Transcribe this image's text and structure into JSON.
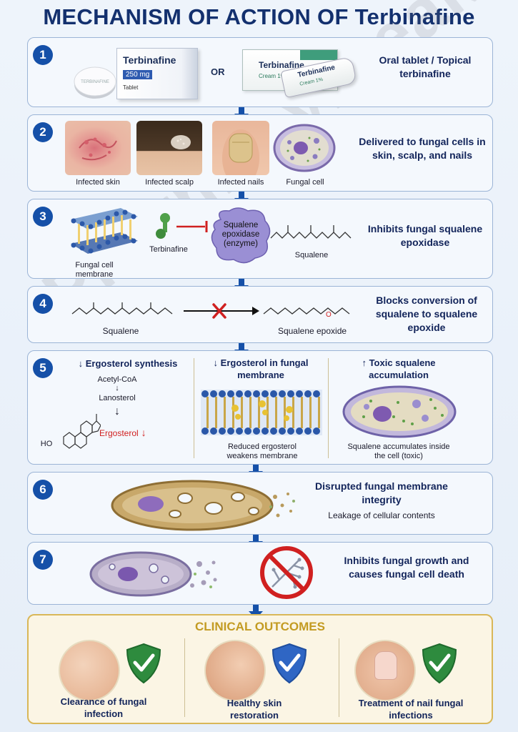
{
  "title": "MECHANISM OF ACTION OF Terbinafine",
  "watermark": "PharmacyFreak",
  "step1": {
    "num": "1",
    "tablet_mark": "TERBINAFINE",
    "box_brand": "Terbinafine",
    "box_dose": "250 mg",
    "box_form": "Tablet",
    "or": "OR",
    "cream_box_brand": "Terbinafine",
    "cream_box_label": "Cream 1%",
    "tube_brand": "Terbinafine",
    "tube_label": "Cream 1%",
    "desc": "Oral tablet / Topical terbinafine"
  },
  "step2": {
    "num": "2",
    "captions": [
      "Infected skin",
      "Infected scalp",
      "Infected nails",
      "Fungal cell"
    ],
    "desc": "Delivered to fungal cells in skin, scalp, and nails"
  },
  "step3": {
    "num": "3",
    "membrane_label": "Fungal cell membrane",
    "drug_label": "Terbinafine",
    "enzyme_label": "Squalene epoxidase (enzyme)",
    "squalene_label": "Squalene",
    "desc": "Inhibits fungal squalene epoxidase"
  },
  "step4": {
    "num": "4",
    "left_label": "Squalene",
    "right_label": "Squalene epoxide",
    "desc": "Blocks conversion of squalene to squalene epoxide"
  },
  "step5": {
    "num": "5",
    "col1_title": "↓ Ergosterol synthesis",
    "pathway": [
      "Acetyl-CoA",
      "Lanosterol",
      "Ergosterol"
    ],
    "ho_label": "HO",
    "col2_title": "↓ Ergosterol in fungal membrane",
    "col2_caption": "Reduced ergosterol weakens membrane",
    "col3_title": "↑ Toxic squalene accumulation",
    "col3_caption": "Squalene accumulates inside the cell (toxic)"
  },
  "step6": {
    "num": "6",
    "desc": "Disrupted fungal membrane integrity",
    "sub": "Leakage of cellular contents"
  },
  "step7": {
    "num": "7",
    "desc": "Inhibits fungal growth and causes fungal cell death"
  },
  "outcomes": {
    "title": "CLINICAL OUTCOMES",
    "items": [
      "Clearance of fungal infection",
      "Healthy skin restoration",
      "Treatment of nail fungal infections"
    ]
  },
  "colors": {
    "primary_blue": "#1550a8",
    "title_navy": "#13306e",
    "gold": "#c39b22",
    "inhibit_red": "#d02020",
    "shield_green": "#2e8b3e",
    "shield_blue": "#2f66c4"
  }
}
